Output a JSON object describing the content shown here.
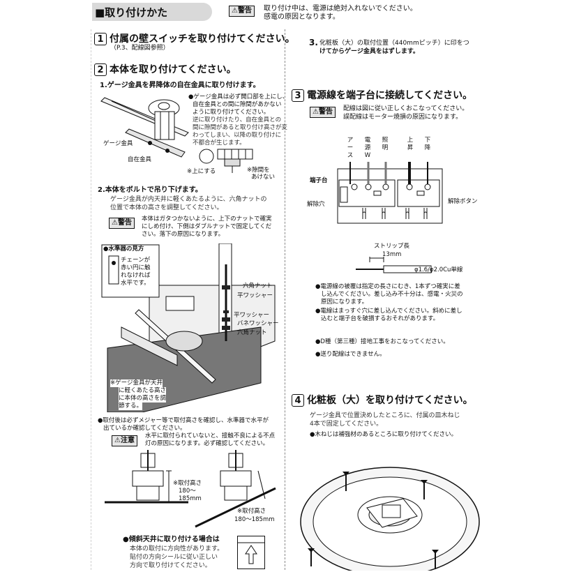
{
  "header": {
    "title": "■取り付けかた",
    "warning_badge": "⚠警告",
    "warning_line1": "取り付け中は、電源は絶対入れないでください。",
    "warning_line2": "感電の原因となります。"
  },
  "step1": {
    "num": "1",
    "title": "付属の壁スイッチを取り付けてください。",
    "ref": "（P.3、配線図参照）"
  },
  "step2": {
    "num": "2",
    "title": "本体を取り付けてください。",
    "sub1_num": "1.",
    "sub1": "ゲージ金具を昇降体の自在金具に取り付けます。",
    "note1_l1": "●ゲージ金具は必ず開口部を上にし、",
    "note1_l2": "自在金具との間に隙間があかない",
    "note1_l3": "ように取り付けてください。",
    "note1_l4": "逆に取り付けたり、自在金具との",
    "note1_l5": "間に隙間があると取り付け高さが変",
    "note1_l6": "わってしまい、以降の取り付けに",
    "note1_l7": "不都合が生じます。",
    "label_gauge": "ゲージ金具",
    "label_jizai": "自在金具",
    "label_up": "※上にする",
    "label_gap1": "※隙間を",
    "label_gap2": "あけない",
    "sub2_num": "2.",
    "sub2": "本体をボルトで吊り下げます。",
    "sub2_l1": "ゲージ金具が内天井に軽くあたるように、六角ナットの",
    "sub2_l2": "位置で本体の高さを調整してください。",
    "warn_badge": "⚠警告",
    "warn_l1": "本体はガタつかないように、上下のナットで確実",
    "warn_l2": "にしめ付け、下側はダブルナットで固定してくだ",
    "warn_l3": "さい。落下の原因になります。",
    "level_title": "●水準器の見方",
    "level_l1": "チェーンが",
    "level_l2": "赤い円に触",
    "level_l3": "れなければ",
    "level_l4": "水平です。",
    "label_hexnut1": "六角ナット",
    "label_washer1": "平ワッシャー",
    "label_washer2": "平ワッシャー",
    "label_spring": "バネワッシャー",
    "label_hexnut2": "六角ナット",
    "gauge_note_l1": "※ゲージ金具が天井",
    "gauge_note_l2": "に軽くあたる高さ",
    "gauge_note_l3": "に本体の高さを調",
    "gauge_note_l4": "節する。",
    "check_l1": "●取付後は必ずメジャー等で取付高さを確認し、水準器で水平が",
    "check_l2": "出ているか確認してください。",
    "caution_badge": "⚠注意",
    "caution_l1": "水平に取付られていないと、接触不良による不点",
    "caution_l2": "灯の原因になります。必ず確認してください。",
    "height1_l1": "※取付高さ",
    "height1_l2": "180～",
    "height1_l3": "185mm",
    "height2_l1": "※取付高さ",
    "height2_l2": "180～185mm",
    "slope_title": "●傾斜天井に取り付ける場合は",
    "slope_l1": "本体の取付に方向性があります。",
    "slope_l2": "貼付の方向シールに従い正しい",
    "slope_l3": "方向で取り付けてください。"
  },
  "step2_3": {
    "num": "3.",
    "l1": "化粧板（大）の取付位置（440mmピッチ）に印をつ",
    "l2": "けてからゲージ金具をはずします。"
  },
  "step3": {
    "num": "3",
    "title": "電源線を端子台に接続してください。",
    "warn_badge": "⚠警告",
    "warn_l1": "配線は図に従い正しくおこなってください。",
    "warn_l2": "誤配線はモーター焼損の原因になります。",
    "terminals": [
      "アース",
      "電源W",
      "照明",
      "上昇",
      "下降"
    ],
    "label_terminal": "端子台",
    "label_release_hole": "解除穴",
    "label_release_button": "解除ボタン",
    "label_strip": "ストリップ長",
    "label_strip_len": "13mm",
    "label_wire": "φ1.6/φ2.0Cu単線",
    "note1_l1": "●電源線の被覆は指定の長さにむき、1本ずつ確実に差",
    "note1_l2": "し込んでください。差し込み不十分は、感電・火災の",
    "note1_l3": "原因になります。",
    "note2_l1": "●電線はまっすぐ穴に差し込んでください。斜めに差し",
    "note2_l2": "込むと端子台を破損するおそれがあります。",
    "note3": "●D種（第三種）接地工事をおこなってください。",
    "note4": "●送り配線はできません。"
  },
  "step4": {
    "num": "4",
    "title": "化粧板（大）を取り付けてください。",
    "l1": "ゲージ金具で位置決めしたところに、付属の皿木ねじ",
    "l2": "4本で固定してください。",
    "l3": "●木ねじは補強材のあるところに取り付けてください。"
  }
}
